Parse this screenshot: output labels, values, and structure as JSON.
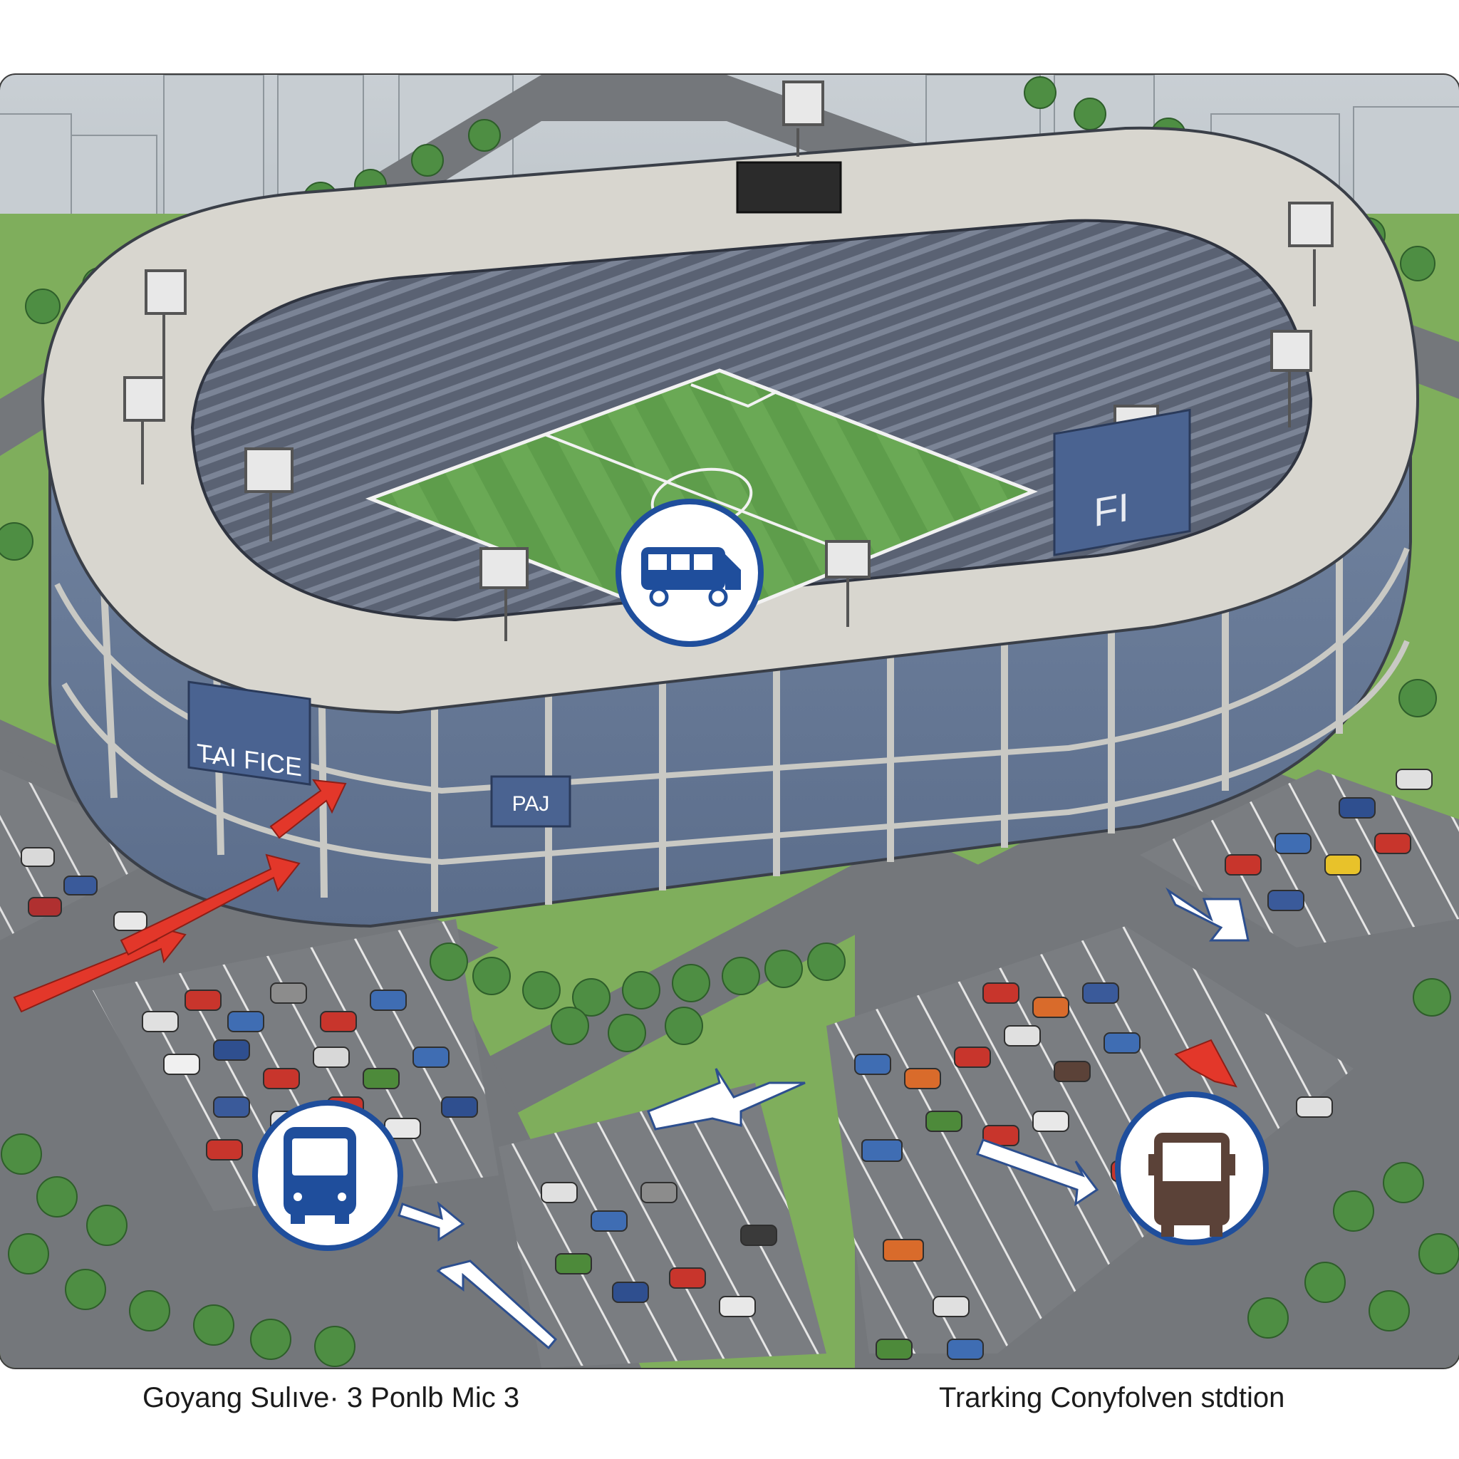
{
  "map": {
    "signs": {
      "left_facade": "T̶AI FICE",
      "center_facade": "PAJ",
      "right_facade": "FI"
    },
    "markers": [
      {
        "icon": "shuttle-van-icon",
        "color": "#1f4e9c"
      },
      {
        "icon": "city-bus-icon",
        "color": "#1f4e9c"
      },
      {
        "icon": "bus-front-icon",
        "color": "#5b4238"
      }
    ],
    "colors": {
      "field": "#5c9a4a",
      "asphalt": "#7b7e82",
      "stadium_roof": "#d8d6cf",
      "stadium_glass": "#6b7d9b",
      "trees": "#4e8e43",
      "arrow_red": "#e3372a",
      "arrow_white": "#ffffff"
    }
  },
  "captions": {
    "left": "Goyang Sulıve· 3 Ponlb Mic 3",
    "right": "Trarking Conyfolven stdtion"
  }
}
